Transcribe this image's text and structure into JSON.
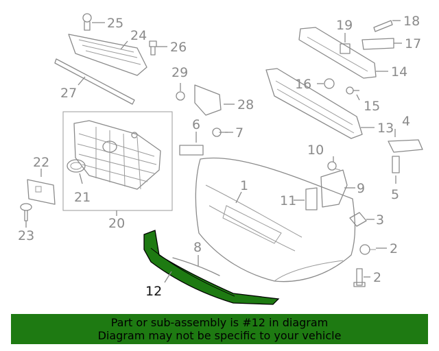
{
  "callouts": {
    "c1": "1",
    "c2a": "2",
    "c2b": "2",
    "c3": "3",
    "c4": "4",
    "c5": "5",
    "c6": "6",
    "c7": "7",
    "c8": "8",
    "c9": "9",
    "c10": "10",
    "c11": "11",
    "c12": "12",
    "c13": "13",
    "c14": "14",
    "c15": "15",
    "c16": "16",
    "c17": "17",
    "c18": "18",
    "c19": "19",
    "c20": "20",
    "c21": "21",
    "c22": "22",
    "c23": "23",
    "c24": "24",
    "c25": "25",
    "c26": "26",
    "c27": "27",
    "c28": "28",
    "c29": "29"
  },
  "highlight": {
    "part_number": "12",
    "color": "#1e7a12"
  },
  "banner": {
    "line1": "Part or sub-assembly is #12 in diagram",
    "line2": "Diagram may not be specific to your vehicle",
    "background": "#1e7a12"
  }
}
